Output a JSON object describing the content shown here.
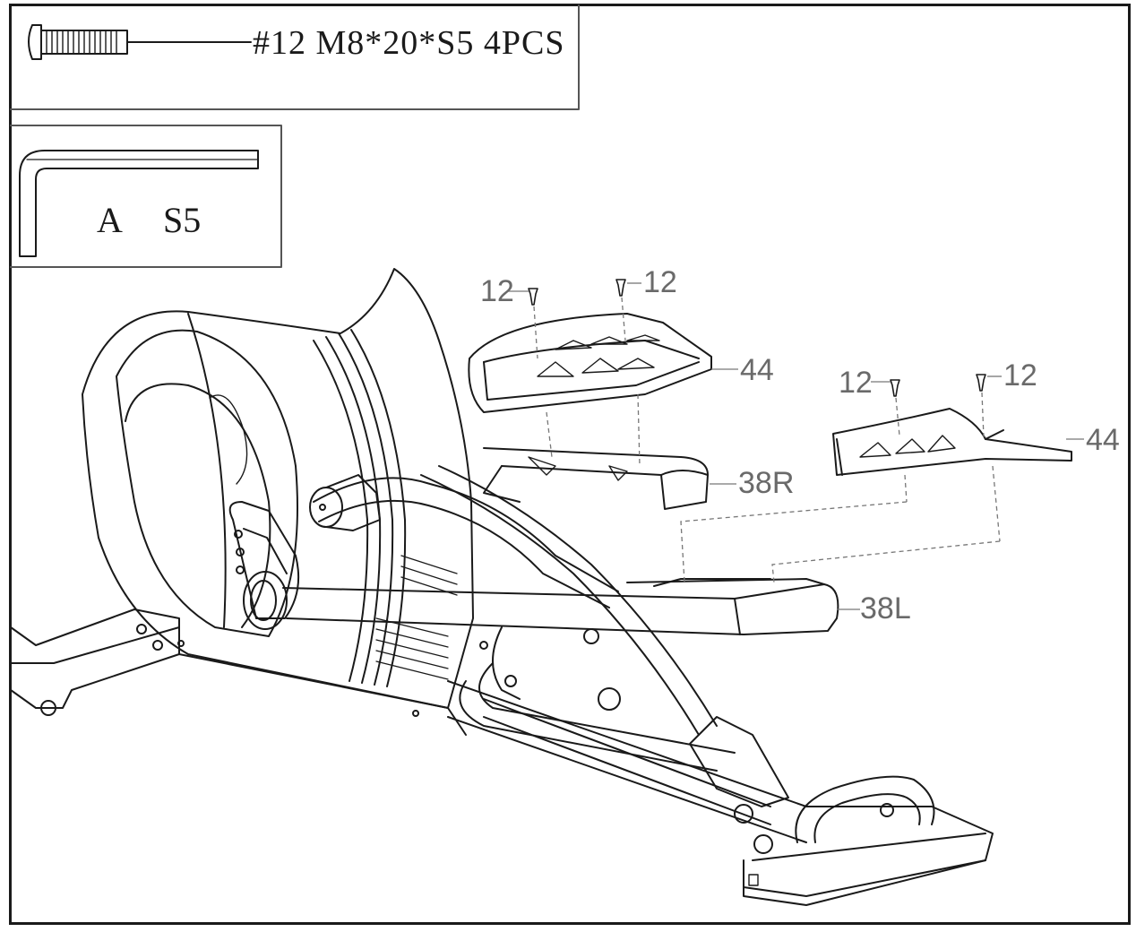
{
  "hardware_box": {
    "part_label": "#12 M8*20*S5 4PCS"
  },
  "tool_box": {
    "letter": "A",
    "size": "S5"
  },
  "callouts": {
    "bolt_left_top": "12",
    "bolt_right_top": "12",
    "bolt_left_mid": "12",
    "bolt_right_mid": "12",
    "pedal_top": "44",
    "pedal_right": "44",
    "arm_right": "38R",
    "arm_left": "38L"
  },
  "colors": {
    "line": "#1a1a1a",
    "callout": "#6a6a6a"
  }
}
